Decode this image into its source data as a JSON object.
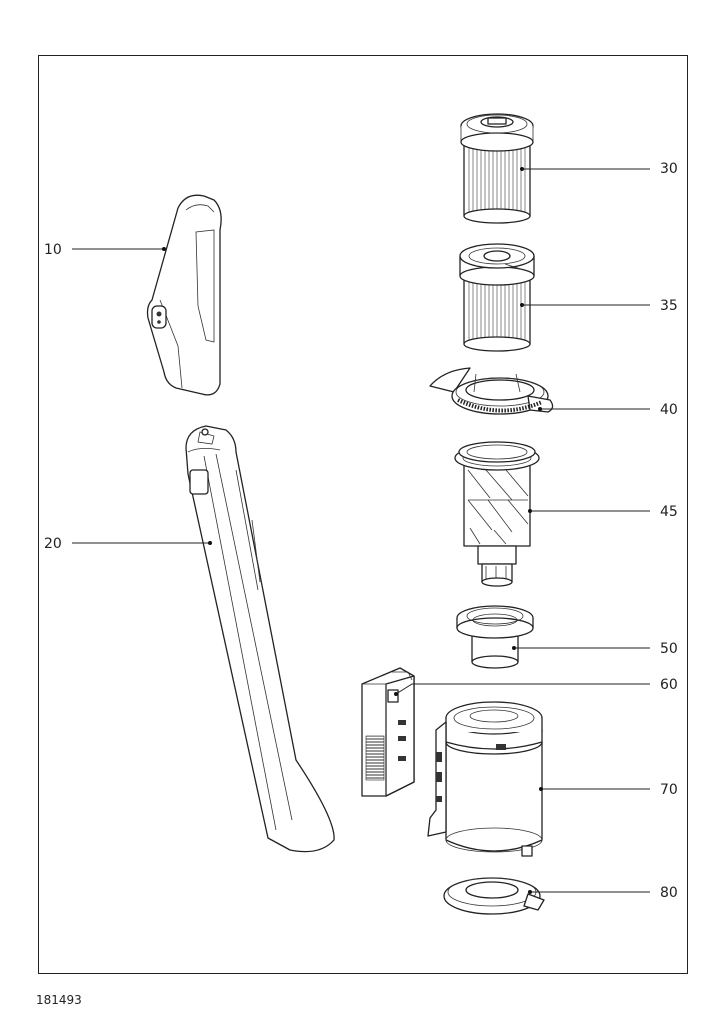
{
  "document_id": "181493",
  "callouts": [
    {
      "label": "10"
    },
    {
      "label": "20"
    },
    {
      "label": "30"
    },
    {
      "label": "35"
    },
    {
      "label": "40"
    },
    {
      "label": "45"
    },
    {
      "label": "50"
    },
    {
      "label": "60"
    },
    {
      "label": "70"
    },
    {
      "label": "80"
    }
  ]
}
